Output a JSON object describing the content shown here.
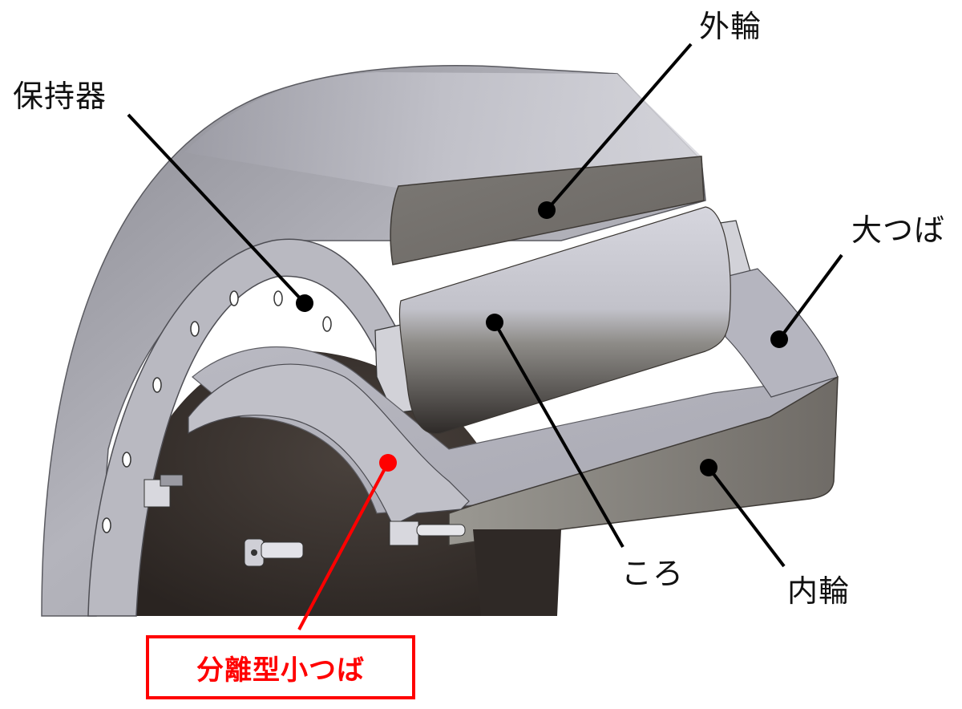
{
  "diagram": {
    "subject": "cylindrical-roller-bearing-cutaway",
    "colors": {
      "background": "#ffffff",
      "metal_light": "#c9c9d0",
      "metal_mid": "#9a9aa2",
      "metal_dark": "#6e6a66",
      "bore_dark": "#3a322e",
      "leader_line": "#000000",
      "highlight": "#ff0000"
    }
  },
  "labels": {
    "cage": "保持器",
    "outer_ring": "外輪",
    "large_rib": "大つば",
    "roller": "ころ",
    "inner_ring": "内輪",
    "separable_small_rib": "分離型小つば"
  }
}
